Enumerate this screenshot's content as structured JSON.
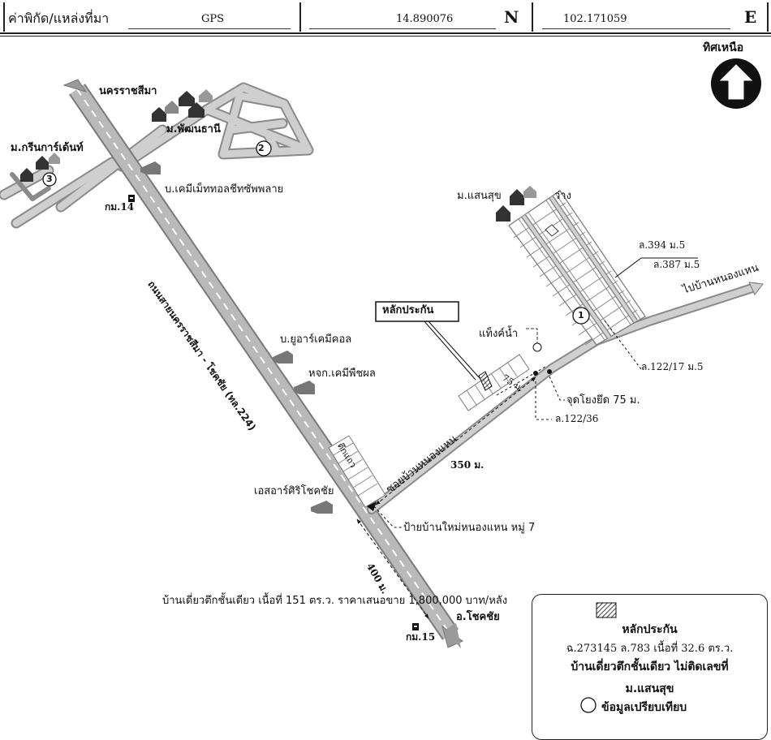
{
  "header": {
    "coord_label": "ค่าพิกัด/แหล่งที่มา",
    "source": "GPS",
    "latitude": "14.890076",
    "lat_dir": "N",
    "longitude": "102.171059",
    "lon_dir": "E"
  },
  "north": {
    "label": "ทิศเหนือ"
  },
  "roads": {
    "main_road": "ถนนสายนครราชสีมา - โชคชัย (ทล.224)",
    "side_road": "ซอยบ้านหนองแหน",
    "to_korat": "นครราชสีมา",
    "to_chokchai": "อ.โชคชัย",
    "to_nongnaen": "ไปบ้านหนองแหน",
    "km14": "กม.14",
    "km15": "กม.15"
  },
  "places": {
    "green_garden": "ม.กรีนการ์เด้นท์",
    "phatthana_thani": "ม.พัฒนธานี",
    "chemical_company": "บ.เคมีเม็ททอลชีทซัพพลาย",
    "u_chemical": "บ.ยูอาร์เคมีคอล",
    "agri_chemical": "หจก.เคมีพืชผล",
    "sr_chokchai": "เอสอาร์ศิริโชคชัย",
    "shophouse": "ตึกแถว",
    "mu_saensuk": "ม.แสนสุข",
    "vacant": "ว่าง",
    "water_tank": "แท็งค์น้ำ",
    "village_sign": "ป้ายบ้านใหม่หนองแหน หมู่ 7",
    "collateral": "หลักประกัน"
  },
  "distances": {
    "d75": "75 ม.",
    "d350": "350 ม.",
    "d400": "400 ม.",
    "ref_point": "จุดโยงยึด 75 ม."
  },
  "parcels": {
    "p394": "ล.394 ม.5",
    "p387": "ล.387 ม.5",
    "p122_17": "ล.122/17 ม.5",
    "p122_36": "ล.122/36"
  },
  "markers": {
    "m1": "1",
    "m2": "2",
    "m3": "3"
  },
  "comparison_note": "บ้านเดี่ยวตึกชั้นเดียว เนื้อที่ 151 ตร.ว. ราคาเสนอขาย 1,800,000 บาท/หลัง",
  "legend": {
    "title": "หลักประกัน",
    "deed": "ฉ.273145  ล.783 เนื้อที่ 32.6  ตร.ว.",
    "house": "บ้านเดี่ยวตึกชั้นเดียว ไม่ติดเลขที่",
    "village": "ม.แสนสุข",
    "comparison": "ข้อมูลเปรียบเทียบ"
  },
  "colors": {
    "road_fill": "#b9b9b9",
    "road_edge": "#8a8a8a",
    "centre_dash": "#ffffff",
    "line": "#222222",
    "building": "#555555"
  }
}
